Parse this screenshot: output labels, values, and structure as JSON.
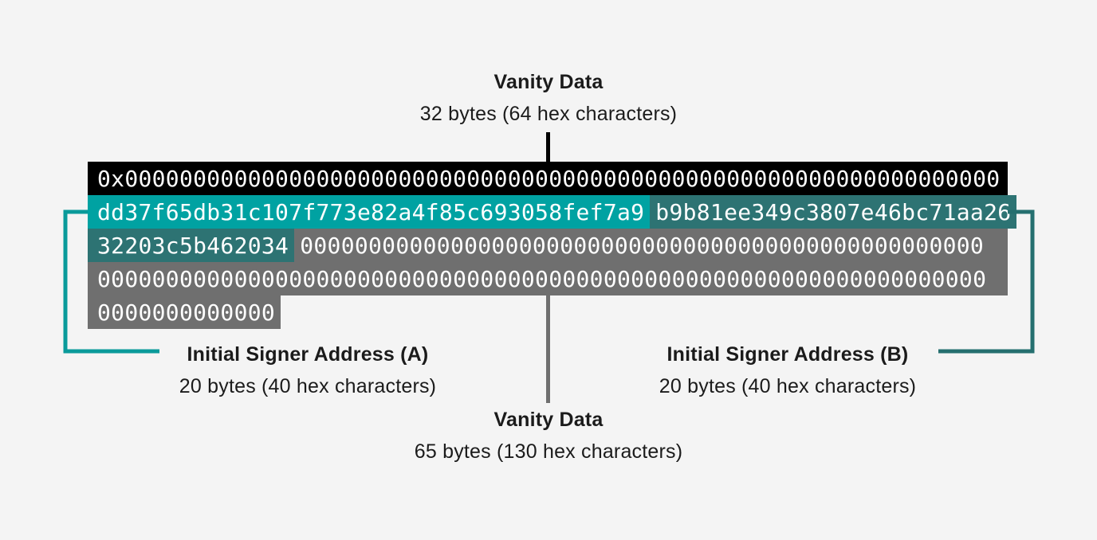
{
  "diagram_title": "Vanity data and initial signer address byte layout",
  "colors": {
    "background": "#f4f4f4",
    "label_text": "#1b1b1b",
    "row_black": "#000000",
    "teal_bright": "#00a2a2",
    "teal_dark": "#2d7373",
    "gray": "#6f6f6f",
    "connector_top": "#000000",
    "connector_bottom": "#6f6f6f",
    "bracket_a": "#0a9a9a",
    "bracket_b": "#256f6f"
  },
  "labels": {
    "vanity_top": {
      "title": "Vanity Data",
      "subtitle": "32 bytes (64 hex characters)"
    },
    "signer_a": {
      "title": "Initial Signer Address (A)",
      "subtitle": "20 bytes (40 hex characters)"
    },
    "signer_b": {
      "title": "Initial Signer Address (B)",
      "subtitle": "20 bytes (40 hex characters)"
    },
    "vanity_bottom": {
      "title": "Vanity Data",
      "subtitle": "65 bytes (130 hex characters)"
    }
  },
  "addresses": {
    "signer_a_full": "dd37f65db31c107f773e82a4f85c693058fef7a9",
    "signer_b_full": "b9b81ee349c3807e46bc71aa2632203c5b462034"
  },
  "bar": {
    "rows": [
      {
        "full_width": true,
        "segments": [
          {
            "name": "vanity-prefix-segment",
            "color": "row_black",
            "grow": true,
            "text": "0x0000000000000000000000000000000000000000000000000000000000000000"
          }
        ]
      },
      {
        "full_width": true,
        "segments": [
          {
            "name": "signer-a-segment",
            "color": "teal_bright",
            "grow": false,
            "text": "dd37f65db31c107f773e82a4f85c693058fef7a9"
          },
          {
            "name": "signer-b-segment-part1",
            "color": "teal_dark",
            "grow": true,
            "text": "b9b81ee349c3807e46bc71aa26"
          }
        ]
      },
      {
        "full_width": true,
        "segments": [
          {
            "name": "signer-b-segment-part2",
            "color": "teal_dark",
            "grow": false,
            "text": "32203c5b462034"
          },
          {
            "name": "vanity-zeros-segment-1",
            "color": "gray",
            "grow": true,
            "text": "00000000000000000000000000000000000000000000000000"
          }
        ]
      },
      {
        "full_width": true,
        "segments": [
          {
            "name": "vanity-zeros-segment-2",
            "color": "gray",
            "grow": true,
            "text": "00000000000000000000000000000000000000000000000000000000000000000"
          }
        ]
      },
      {
        "full_width": false,
        "segments": [
          {
            "name": "vanity-zeros-segment-3",
            "color": "gray",
            "grow": false,
            "text": "0000000000000"
          }
        ]
      }
    ]
  }
}
